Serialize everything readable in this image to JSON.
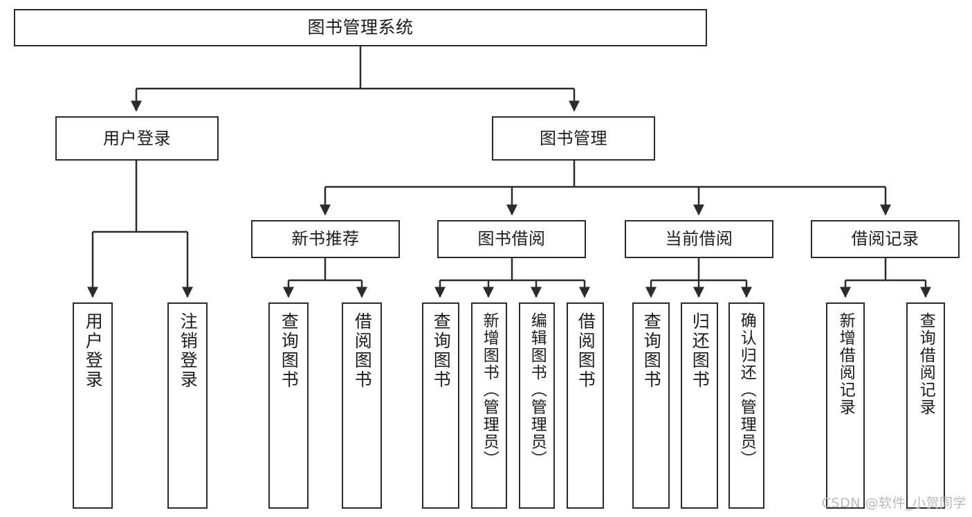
{
  "diagram": {
    "title": "图书管理系统",
    "watermark": "CSDN @软件_小贺同学",
    "colors": {
      "stroke": "#2b2b2b",
      "fill": "#ffffff",
      "text": "#1c1c1c",
      "watermark": "#b9b9b9"
    },
    "levels": {
      "root": {
        "label": "图书管理系统"
      },
      "level2": [
        {
          "label": "用户登录"
        },
        {
          "label": "图书管理"
        }
      ],
      "level3": [
        {
          "label": "新书推荐"
        },
        {
          "label": "图书借阅"
        },
        {
          "label": "当前借阅"
        },
        {
          "label": "借阅记录"
        }
      ],
      "leaves": {
        "user_login": [
          {
            "label": "用户登录"
          },
          {
            "label": "注销登录"
          }
        ],
        "new_book": [
          {
            "label": "查询图书"
          },
          {
            "label": "借阅图书"
          }
        ],
        "book_borrow": [
          {
            "label": "查询图书"
          },
          {
            "label": "新增图书（管理员）"
          },
          {
            "label": "编辑图书（管理员）"
          },
          {
            "label": "借阅图书"
          }
        ],
        "current_borrow": [
          {
            "label": "查询图书"
          },
          {
            "label": "归还图书"
          },
          {
            "label": "确认归还（管理员）"
          }
        ],
        "borrow_record": [
          {
            "label": "新增借阅记录"
          },
          {
            "label": "查询借阅记录"
          }
        ]
      }
    }
  }
}
